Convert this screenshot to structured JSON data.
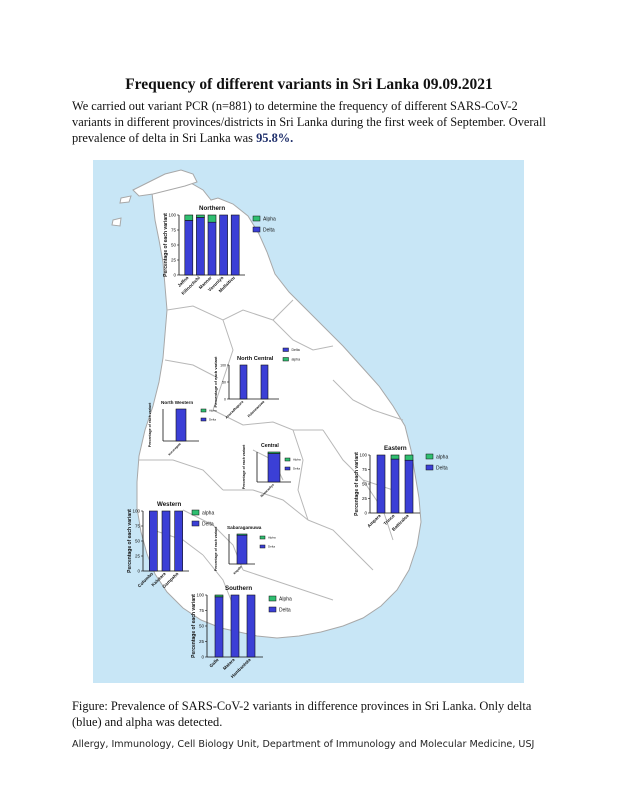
{
  "document": {
    "title": "Frequency of different variants in Sri Lanka 09.09.2021",
    "intro_text": "We carried out variant PCR (n=881) to determine the frequency of different SARS-CoV-2 variants in different provinces/districts in Sri Lanka during the first week of September. Overall prevalence of delta in Sri Lanka was ",
    "intro_highlight": "95.8%.",
    "caption": "Figure: Prevalence of SARS-CoV-2 variants in difference provinces in Sri Lanka. Only delta (blue) and alpha was detected.",
    "footer": "Allergy, Immunology, Cell Biology Unit, Department of Immunology and Molecular Medicine, USJ"
  },
  "colors": {
    "delta": "#3b3fd6",
    "alpha": "#2fbf71",
    "sea": "#c8e6f6",
    "land": "#ffffff",
    "border": "#b8b8b8"
  },
  "chart_data": [
    {
      "type": "bar",
      "title": "Northern",
      "ylabel": "Percentage of each variant",
      "ylim": [
        0,
        100
      ],
      "yticks": [
        "100",
        "75",
        "50",
        "25",
        "0"
      ],
      "categories": [
        "Jaffna",
        "Kilinochchi",
        "Mannar",
        "Vavuniya",
        "Mullaitivu"
      ],
      "series": [
        {
          "name": "Alpha",
          "values": [
            9,
            4,
            12,
            0,
            0
          ]
        },
        {
          "name": "Delta",
          "values": [
            91,
            96,
            88,
            100,
            100
          ]
        }
      ]
    },
    {
      "type": "bar",
      "title": "North Central",
      "ylabel": "Percentage of each variant",
      "ylim": [
        0,
        100
      ],
      "yticks": [
        "100",
        "50",
        "0"
      ],
      "categories": [
        "Anuradhapura",
        "Polonnaruwa"
      ],
      "series": [
        {
          "name": "Delta",
          "values": [
            100,
            100
          ]
        },
        {
          "name": "alpha",
          "values": [
            0,
            0
          ]
        }
      ]
    },
    {
      "type": "bar",
      "title": "North Western",
      "ylabel": "Percentage of each variant",
      "ylim": [
        0,
        100
      ],
      "yticks": [],
      "categories": [
        "Kurunegala"
      ],
      "series": [
        {
          "name": "Alpha",
          "values": [
            0
          ]
        },
        {
          "name": "Delta",
          "values": [
            100
          ]
        }
      ]
    },
    {
      "type": "bar",
      "title": "Central",
      "ylabel": "Percentage of each variant",
      "ylim": [
        0,
        100
      ],
      "yticks": [],
      "categories": [
        "Nuwaraeliya"
      ],
      "series": [
        {
          "name": "Alpha",
          "values": [
            5
          ]
        },
        {
          "name": "Delta",
          "values": [
            95
          ]
        }
      ]
    },
    {
      "type": "bar",
      "title": "Eastern",
      "ylabel": "Percentage of each variant",
      "ylim": [
        0,
        100
      ],
      "yticks": [
        "100",
        "75",
        "50",
        "25",
        "0"
      ],
      "categories": [
        "Ampara",
        "Trinco",
        "Batticaloa"
      ],
      "series": [
        {
          "name": "alpha",
          "values": [
            0,
            7,
            9
          ]
        },
        {
          "name": "Delta",
          "values": [
            100,
            93,
            91
          ]
        }
      ]
    },
    {
      "type": "bar",
      "title": "Western",
      "ylabel": "Percentage of each variant",
      "ylim": [
        0,
        100
      ],
      "yticks": [
        "100",
        "75",
        "50",
        "25",
        "0"
      ],
      "categories": [
        "Colombo",
        "Kalutara",
        "Gampaha"
      ],
      "series": [
        {
          "name": "alpha",
          "values": [
            0,
            0,
            0
          ]
        },
        {
          "name": "Delta",
          "values": [
            100,
            100,
            100
          ]
        }
      ]
    },
    {
      "type": "bar",
      "title": "Sabaragamuwa",
      "ylabel": "Percentage of each variant",
      "ylim": [
        0,
        100
      ],
      "yticks": [],
      "categories": [
        "Kegalle"
      ],
      "series": [
        {
          "name": "Alpha",
          "values": [
            4
          ]
        },
        {
          "name": "Delta",
          "values": [
            96
          ]
        }
      ]
    },
    {
      "type": "bar",
      "title": "Southern",
      "ylabel": "Percentage of each variant",
      "ylim": [
        0,
        100
      ],
      "yticks": [
        "100",
        "75",
        "50",
        "25",
        "0"
      ],
      "categories": [
        "Galle",
        "Matara",
        "Hambantota"
      ],
      "series": [
        {
          "name": "Alpha",
          "values": [
            3,
            0,
            0
          ]
        },
        {
          "name": "Delta",
          "values": [
            97,
            100,
            100
          ]
        }
      ]
    }
  ]
}
